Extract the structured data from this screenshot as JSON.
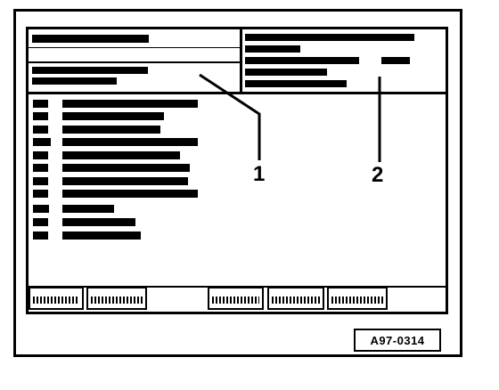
{
  "callouts": [
    {
      "number": "1"
    },
    {
      "number": "2"
    }
  ],
  "reference_code": "A97-0314"
}
